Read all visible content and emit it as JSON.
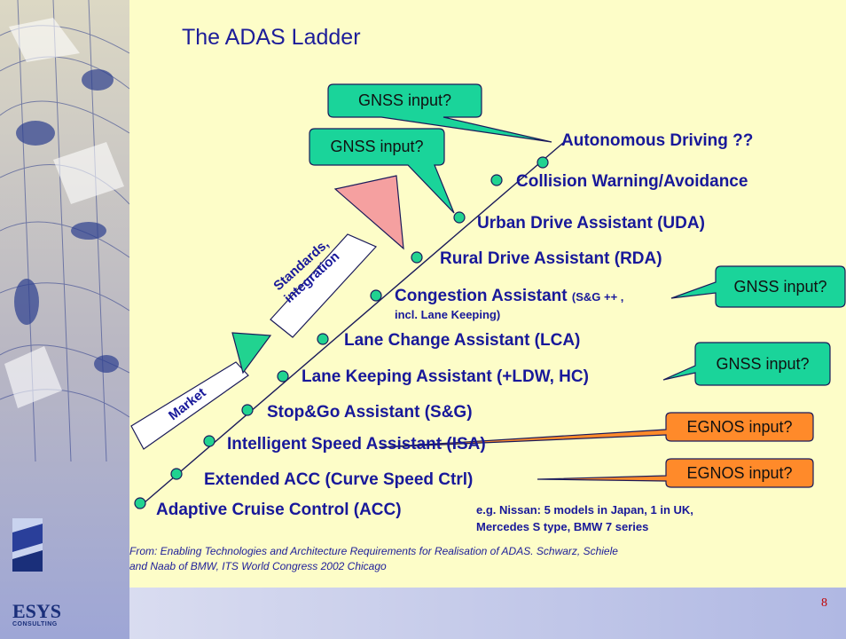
{
  "slide": {
    "title": "The ADAS Ladder",
    "page_number": "8",
    "source_line1": "From: Enabling Technologies and Architecture Requirements for Realisation of ADAS. Schwarz, Schiele",
    "source_line2": "and Naab of BMW, ITS World Congress 2002 Chicago"
  },
  "ladder": {
    "steps": [
      "Adaptive Cruise Control (ACC)",
      "Extended ACC (Curve Speed Ctrl)",
      "Intelligent Speed Assistant (ISA)",
      "Stop&Go Assistant (S&G)",
      "Lane Keeping Assistant (+LDW, HC)",
      "Lane Change Assistant (LCA)",
      "Congestion Assistant",
      "Rural Drive Assistant (RDA)",
      "Urban Drive Assistant (UDA)",
      "Collision Warning/Avoidance",
      "Autonomous Driving ??"
    ],
    "congestion_suffix": "(S&G ++ ,",
    "congestion_line2": "incl. Lane Keeping)",
    "acc_note_line1": "e.g. Nissan: 5 models in Japan, 1 in UK,",
    "acc_note_line2": "Mercedes S type, BMW 7 series"
  },
  "arrows": {
    "market": "Market",
    "standards_line1": "Standards,",
    "standards_line2": "integration"
  },
  "callouts": {
    "gnss_top": "GNSS input?",
    "gnss_uda": "GNSS input?",
    "gnss_congestion": "GNSS input?",
    "gnss_lka": "GNSS input?",
    "egnos_isa": "EGNOS input?",
    "egnos_acc": "EGNOS input?"
  },
  "logo": {
    "name": "ESYS",
    "sub": "CONSULTING"
  },
  "colors": {
    "slide_bg": "#fdfdc8",
    "text_blue": "#18189a",
    "callout_green": "#1ad49a",
    "callout_orange": "#ff8a2a",
    "triangle_green": "#21d390",
    "triangle_pink": "#f5a0a0"
  }
}
